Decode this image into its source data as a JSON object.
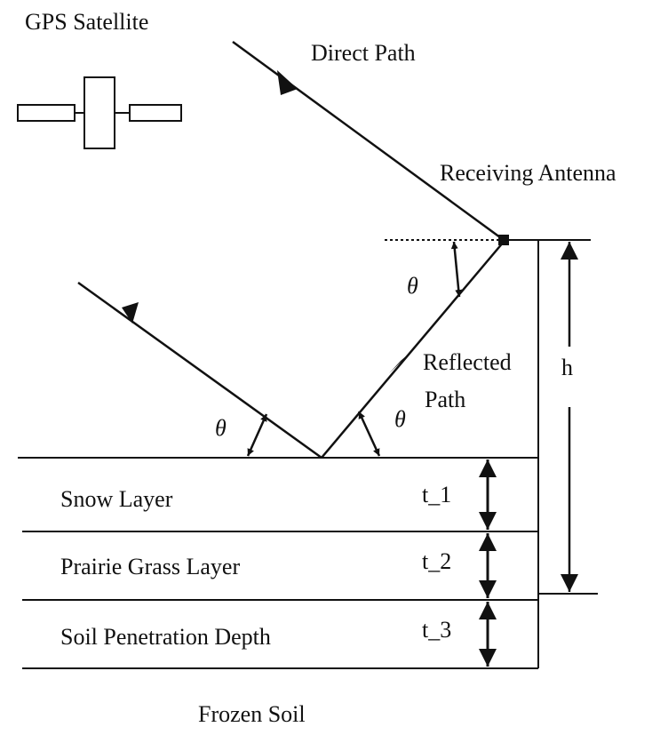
{
  "colors": {
    "ink": "#111111",
    "background": "#ffffff"
  },
  "icons": {
    "satellite": "satellite-icon",
    "antenna": "antenna-icon"
  },
  "labels": {
    "gps_satellite": "GPS Satellite",
    "direct_path": "Direct Path",
    "receiving_antenna": "Receiving Antenna",
    "reflected_path_line1": "Reflected",
    "reflected_path_line2": "Path",
    "height": "h",
    "theta": "θ",
    "snow_layer": "Snow Layer",
    "prairie_grass_layer": "Prairie Grass Layer",
    "soil_penetration_depth": "Soil Penetration Depth",
    "frozen_soil": "Frozen Soil",
    "t1": "t_1",
    "t2": "t_2",
    "t3": "t_3"
  }
}
